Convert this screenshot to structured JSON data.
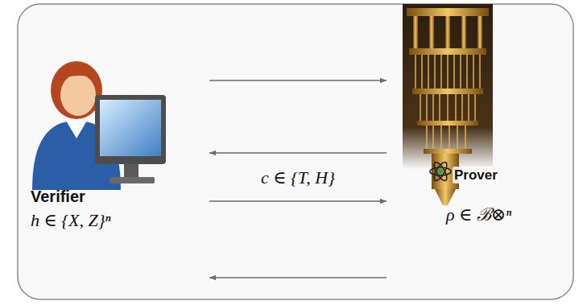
{
  "diagram": {
    "nodes": [
      {
        "text": [
          "Verifier",
          "h ∈ {X, Z}ⁿ"
        ]
      },
      {
        "text": [
          "Prover",
          "ρ ∈ ℬ⊗ⁿ"
        ]
      }
    ],
    "edges": [
      {
        "from": 0,
        "to": 1,
        "arrow": "to"
      },
      {
        "from": 1,
        "to": 0,
        "arrow": "to"
      },
      {
        "from": 0,
        "to": 1,
        "arrow": "to",
        "label": "c ∈ {T, H}"
      },
      {
        "from": 1,
        "to": 0,
        "arrow": "to"
      }
    ]
  }
}
